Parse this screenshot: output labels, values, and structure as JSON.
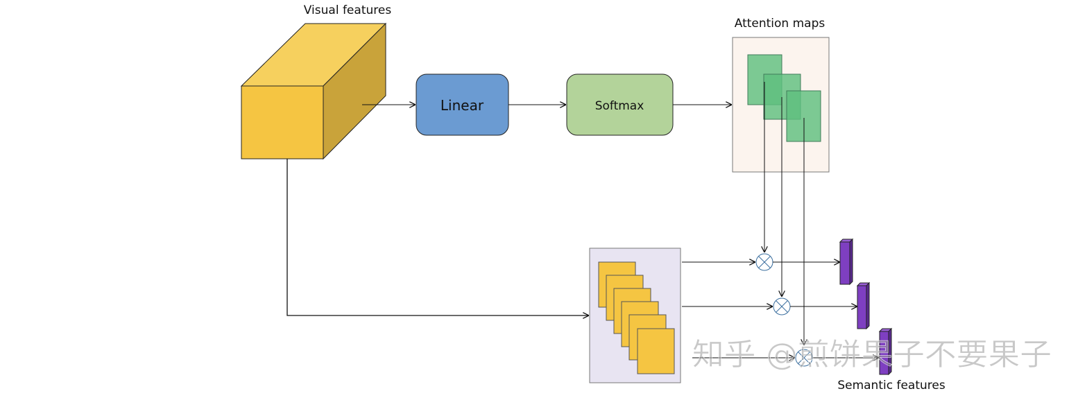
{
  "labels": {
    "visual_features": "Visual features",
    "linear": "Linear",
    "softmax": "Softmax",
    "attention_maps": "Attention maps",
    "semantic_features": "Semantic features"
  },
  "watermark": "知乎 @煎饼果子不要果子",
  "colors": {
    "cube_front": "#f5c542",
    "cube_top": "#f6d05e",
    "cube_side": "#c9a33a",
    "linear_fill": "#6b9bd2",
    "softmax_fill": "#b3d39a",
    "attention_bg": "#fcf4ee",
    "attention_map": "#5fbf7f",
    "feature_stack_bg": "#e8e4f2",
    "feature_slice": "#f5c542",
    "semantic_bar": "#7e3fc1",
    "multiply_stroke": "#3a6e9e"
  },
  "icons": {
    "multiply": "circled-times"
  }
}
